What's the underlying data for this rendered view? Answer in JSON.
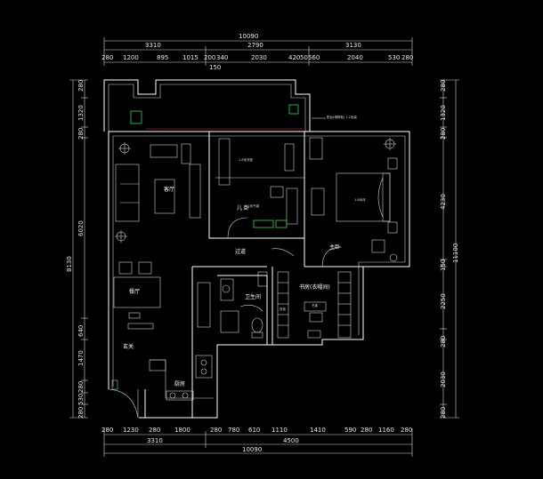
{
  "dimensions": {
    "top_total": "10090",
    "top_mid": [
      "3310",
      "2790",
      "3130"
    ],
    "top_small": [
      "280",
      "1200",
      "895",
      "1015",
      "200",
      "340",
      "2030",
      "420",
      "50",
      "560",
      "2040",
      "530",
      "280"
    ],
    "top_sub": "150",
    "bottom_small": [
      "280",
      "1230",
      "280",
      "1800",
      "280",
      "780",
      "610",
      "1110",
      "1410",
      "590",
      "280",
      "1160",
      "280"
    ],
    "bottom_mid": [
      "3310",
      "4500"
    ],
    "bottom_total": "10090",
    "left_small": [
      "280",
      "1320",
      "280",
      "6020",
      "640",
      "1470",
      "280",
      "530",
      "280"
    ],
    "left_total": "8130",
    "right_small": [
      "280",
      "1320",
      "280",
      "4230",
      "150",
      "2250",
      "280",
      "2030",
      "280"
    ],
    "right_total": "11100"
  },
  "rooms": {
    "living": "客厅",
    "dining": "餐厅",
    "entrance": "玄关",
    "kitchen": "厨房",
    "child_room": "儿 卧",
    "hall": "过道",
    "master": "主卧",
    "bathroom": "卫生间",
    "study": "书房(衣帽间)"
  },
  "notes": {
    "balcony_note": "阳台(储物柜) 1.2米高",
    "child_note": "1.8米衣柜",
    "child_note2": "1.2米书桌",
    "master_note": "1.8米床",
    "desk": "书桌",
    "wardrobe": "衣柜"
  }
}
